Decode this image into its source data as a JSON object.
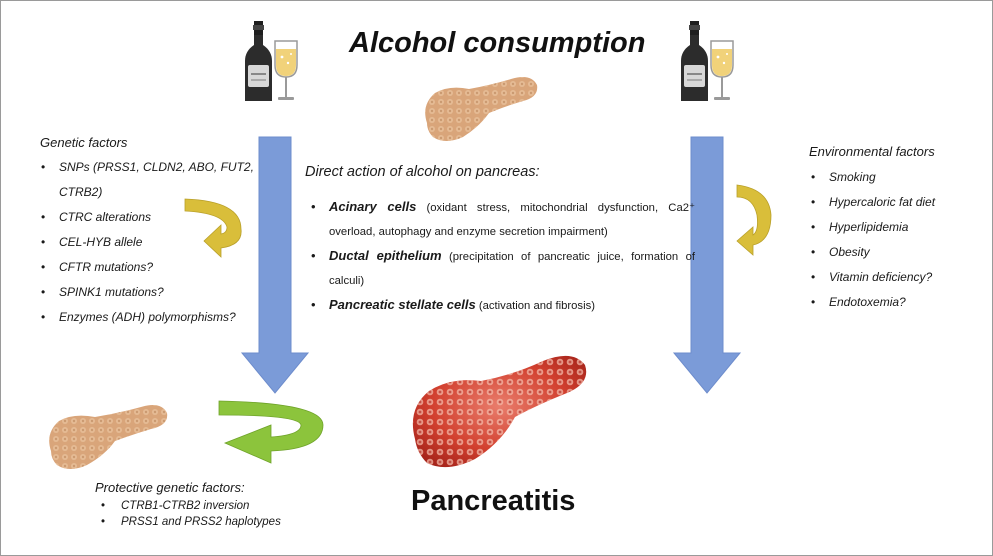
{
  "title_top": "Alcohol consumption",
  "title_bottom": "Pancreatitis",
  "genetic": {
    "heading": "Genetic  factors",
    "items": [
      "SNPs (PRSS1, CLDN2, ABO, FUT2,",
      "CTRB2)",
      "CTRC alterations",
      "CEL-HYB allele",
      "CFTR mutations?",
      "SPINK1 mutations?",
      "Enzymes (ADH) polymorphisms?"
    ]
  },
  "environmental": {
    "heading": "Environmental factors",
    "items": [
      "Smoking",
      "Hypercaloric fat diet",
      "Hyperlipidemia",
      "Obesity",
      "Vitamin deficiency?",
      "Endotoxemia?"
    ]
  },
  "direct": {
    "heading": "Direct action of alcohol on pancreas:",
    "items": [
      {
        "bold": "Acinary cells",
        "text": " (oxidant stress, mitochondrial dysfunction, Ca2⁺ overload, autophagy and enzyme secretion impairment)"
      },
      {
        "bold": "Ductal epithelium",
        "text": " (precipitation of pancreatic juice, formation of calculi)"
      },
      {
        "bold": "Pancreatic stellate cells",
        "text": " (activation and fibrosis)"
      }
    ]
  },
  "protective": {
    "heading": "Protective genetic factors:",
    "items": [
      "CTRB1-CTRB2 inversion",
      "PRSS1 and PRSS2 haplotypes"
    ]
  },
  "colors": {
    "blue_arrow": "#7b9bd8",
    "yellow_arrow": "#d9be3a",
    "green_arrow": "#8cc43c",
    "pancreas_normal": "#d9a57a",
    "pancreas_inflamed": "#cc3a2e",
    "bottle": "#2c2c2c"
  },
  "icons": [
    "wine-bottle-icon",
    "wine-glass-icon",
    "pancreas-icon",
    "inflamed-pancreas-icon"
  ]
}
